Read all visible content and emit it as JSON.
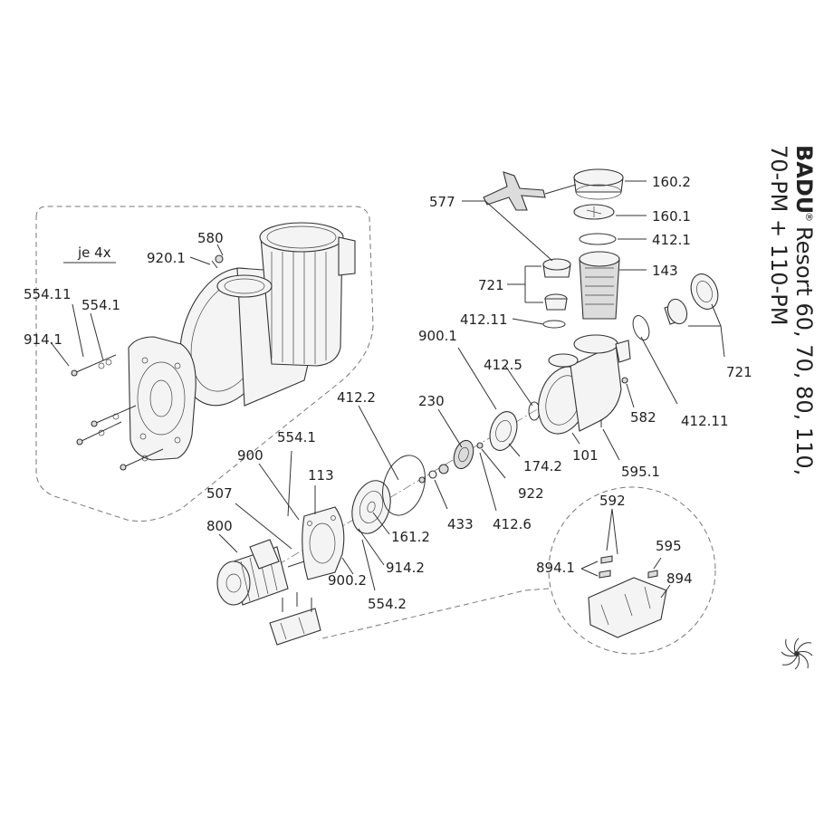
{
  "brand": {
    "name": "BADU",
    "registered": "®",
    "model_line1": "Resort 60, 70, 80, 110,",
    "model_line2": "70-PM + 110-PM"
  },
  "inset_note": "je 4x",
  "icons": [
    "pump-logo-icon"
  ],
  "labels": [
    {
      "id": "p-160-2",
      "text": "160.2"
    },
    {
      "id": "p-160-1",
      "text": "160.1"
    },
    {
      "id": "p-412-1",
      "text": "412.1"
    },
    {
      "id": "p-143",
      "text": "143"
    },
    {
      "id": "p-577",
      "text": "577"
    },
    {
      "id": "p-721-a",
      "text": "721"
    },
    {
      "id": "p-721-b",
      "text": "721"
    },
    {
      "id": "p-412-11-a",
      "text": "412.11"
    },
    {
      "id": "p-412-11-b",
      "text": "412.11"
    },
    {
      "id": "p-900-1",
      "text": "900.1"
    },
    {
      "id": "p-412-5",
      "text": "412.5"
    },
    {
      "id": "p-412-2",
      "text": "412.2"
    },
    {
      "id": "p-230",
      "text": "230"
    },
    {
      "id": "p-582",
      "text": "582"
    },
    {
      "id": "p-101",
      "text": "101"
    },
    {
      "id": "p-174-2",
      "text": "174.2"
    },
    {
      "id": "p-595-1",
      "text": "595.1"
    },
    {
      "id": "p-922",
      "text": "922"
    },
    {
      "id": "p-433",
      "text": "433"
    },
    {
      "id": "p-412-6",
      "text": "412.6"
    },
    {
      "id": "p-580",
      "text": "580"
    },
    {
      "id": "p-920-1",
      "text": "920.1"
    },
    {
      "id": "p-554-11",
      "text": "554.11"
    },
    {
      "id": "p-554-1-a",
      "text": "554.1"
    },
    {
      "id": "p-914-1",
      "text": "914.1"
    },
    {
      "id": "p-554-1-b",
      "text": "554.1"
    },
    {
      "id": "p-900",
      "text": "900"
    },
    {
      "id": "p-113",
      "text": "113"
    },
    {
      "id": "p-507",
      "text": "507"
    },
    {
      "id": "p-800",
      "text": "800"
    },
    {
      "id": "p-161-2",
      "text": "161.2"
    },
    {
      "id": "p-914-2",
      "text": "914.2"
    },
    {
      "id": "p-900-2",
      "text": "900.2"
    },
    {
      "id": "p-554-2",
      "text": "554.2"
    },
    {
      "id": "p-592",
      "text": "592"
    },
    {
      "id": "p-595",
      "text": "595"
    },
    {
      "id": "p-894-1",
      "text": "894.1"
    },
    {
      "id": "p-894",
      "text": "894"
    }
  ]
}
